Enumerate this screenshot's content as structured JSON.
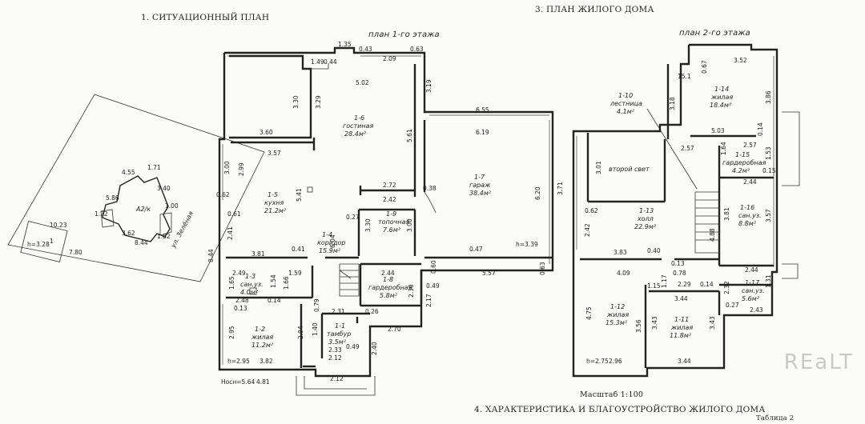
{
  "titles": {
    "situation_plan": "1. СИТУАЦИОННЫЙ ПЛАН",
    "house_plan": "3. ПЛАН ЖИЛОГО ДОМА",
    "characteristics": "4. ХАРАКТЕРИСТИКА И БЛАГОУСТРОЙСТВО ЖИЛОГО ДОМА",
    "scale": "Масштаб 1:100",
    "table": "Таблица 2",
    "floor1": "план 1-го этажа",
    "floor2": "план 2-го этажа",
    "watermark": "REaLT"
  },
  "site": {
    "labels": [
      "А2/к",
      "h=3.28",
      "1",
      "ул. Зелёная"
    ],
    "dims": [
      "10.23",
      "7.80",
      "4.55",
      "1.71",
      "3.40",
      "5.86",
      "1.22",
      "8.44",
      "1.82",
      "3.62",
      "1.00"
    ]
  },
  "rooms1": [
    {
      "id": "1-6",
      "name": "гостиная",
      "area": "28.4м²"
    },
    {
      "id": "1-5",
      "name": "кухня",
      "area": "21.2м²"
    },
    {
      "id": "1-7",
      "name": "гараж",
      "area": "38.4м²"
    },
    {
      "id": "1-9",
      "name": "топочная",
      "area": "7.6м²"
    },
    {
      "id": "1-4",
      "name": "коридор",
      "area": "15.9м²"
    },
    {
      "id": "1-3",
      "name": "сан.уз.",
      "area": "4.0м²"
    },
    {
      "id": "1-8",
      "name": "гардеробная",
      "area": "5.8м²"
    },
    {
      "id": "1-2",
      "name": "жилая",
      "area": "11.2м²"
    },
    {
      "id": "1-1",
      "name": "тамбур",
      "area": "3.5м²"
    }
  ],
  "rooms2": [
    {
      "id": "1-10",
      "name": "лестница",
      "area": "4.1м²"
    },
    {
      "id": "1-14",
      "name": "жилая",
      "area": "18.4м²"
    },
    {
      "id": "1-15",
      "name": "гардеробная",
      "area": "4.2м²"
    },
    {
      "id": "1-16",
      "name": "сан.уз.",
      "area": "8.8м²"
    },
    {
      "id": "1-13",
      "name": "холл",
      "area": "22.9м²"
    },
    {
      "id": "1-17",
      "name": "сан.уз.",
      "area": "5.6м²"
    },
    {
      "id": "1-12",
      "name": "жилая",
      "area": "15.3м²"
    },
    {
      "id": "1-11",
      "name": "жилая",
      "area": "11.8м²"
    }
  ],
  "second_light": "второй свет",
  "dims1": [
    "1.35",
    "0.43",
    "2.09",
    "0.63",
    "1.49",
    "0.44",
    "5.02",
    "3.30",
    "3.29",
    "3.19",
    "3.60",
    "6.55",
    "6.19",
    "5.61",
    "3.57",
    "3.00",
    "2.99",
    "5.41",
    "2.72",
    "0.38",
    "2.42",
    "0.62",
    "0.61",
    "6.20",
    "3.71",
    "0.27",
    "3.30",
    "3.00",
    "2.41",
    "0.41",
    "6.04",
    "3.81",
    "0.47",
    "h=3.39",
    "8.44",
    "2.49",
    "1.59",
    "2.44",
    "0.60",
    "5.57",
    "0.63",
    "1.65",
    "1.54",
    "1.66",
    "2.48",
    "0.14",
    "2.30",
    "0.49",
    "0.13",
    "2.31",
    "2.17",
    "0.79",
    "0.26",
    "1.40",
    "2.95",
    "2.94",
    "2.33",
    "2.70",
    "0.49",
    "2.40",
    "h=2.95",
    "3.82",
    "2.12",
    "Hосн=5.64",
    "4.81",
    "2.12"
  ],
  "dims2": [
    "0.67",
    "3.52",
    "15.1",
    "3.18",
    "3.86",
    "5.03",
    "0.14",
    "2.57",
    "2.57",
    "1.64",
    "1.53",
    "0.15",
    "3.01",
    "2.44",
    "0.62",
    "3.81",
    "3.57",
    "2.42",
    "4.88",
    "3.83",
    "0.40",
    "0.13",
    "4.09",
    "0.78",
    "2.44",
    "1.15",
    "1.17",
    "2.29",
    "0.14",
    "2.32",
    "3.44",
    "0.27",
    "2.43",
    "4.75",
    "3.56",
    "3.43",
    "3.43",
    "h=2.75",
    "2.96",
    "3.44",
    "1.31"
  ]
}
